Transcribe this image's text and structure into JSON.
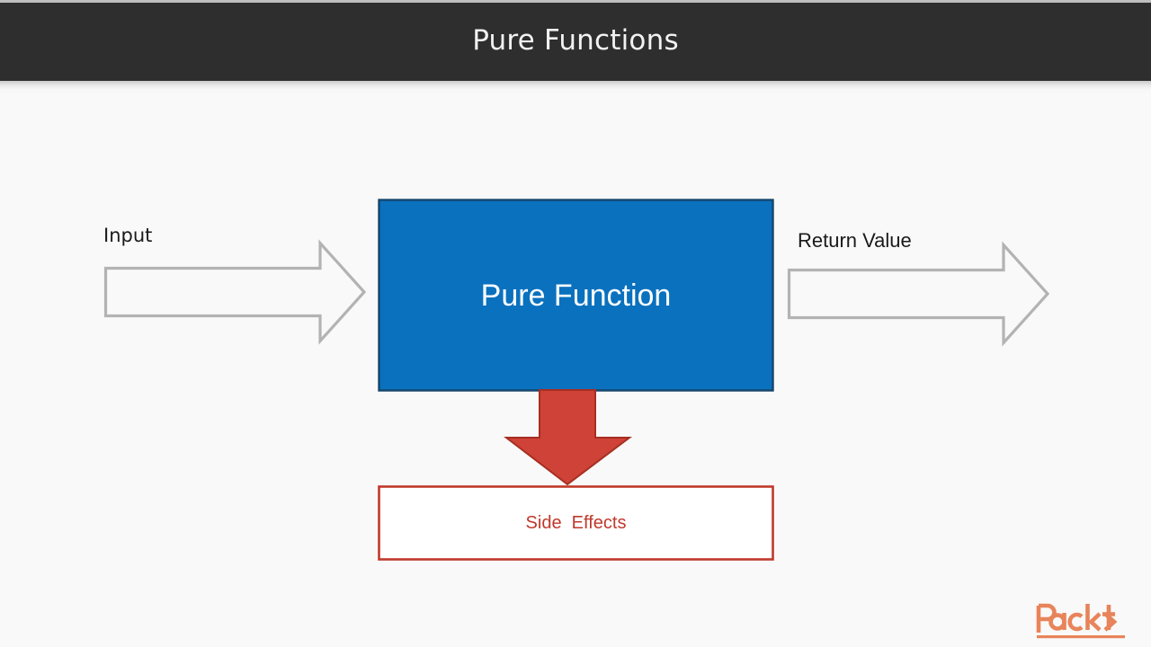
{
  "header": {
    "title": "Pure Functions",
    "background_color": "#2e2e2e",
    "text_color": "#f2f2f2"
  },
  "slide": {
    "background_color": "#f9f9f9"
  },
  "diagram": {
    "type": "flow-diagram",
    "nodes": [
      {
        "id": "pure-function",
        "label": "Pure Function",
        "shape": "rectangle",
        "fill_color": "#0a71be",
        "border_color": "#17456b",
        "text_color": "#ffffff"
      },
      {
        "id": "side-effects",
        "label": "Side  Effects",
        "shape": "rectangle",
        "fill_color": "#ffffff",
        "border_color": "#c0392b",
        "text_color": "#c0392b"
      }
    ],
    "arrows": [
      {
        "id": "input-arrow",
        "label": "Input",
        "direction": "right",
        "style": "outline",
        "color": "#b3b3b3",
        "target": "pure-function"
      },
      {
        "id": "return-value-arrow",
        "label": "Return Value",
        "direction": "right",
        "style": "outline",
        "color": "#b3b3b3",
        "source": "pure-function"
      },
      {
        "id": "side-effects-arrow",
        "label": "",
        "direction": "down",
        "style": "filled",
        "color": "#cf4237",
        "border_color": "#a62f22",
        "source": "pure-function",
        "target": "side-effects"
      }
    ]
  },
  "branding": {
    "logo_text": "Packt",
    "logo_mark": "<t>",
    "logo_color": "#e8845a"
  }
}
